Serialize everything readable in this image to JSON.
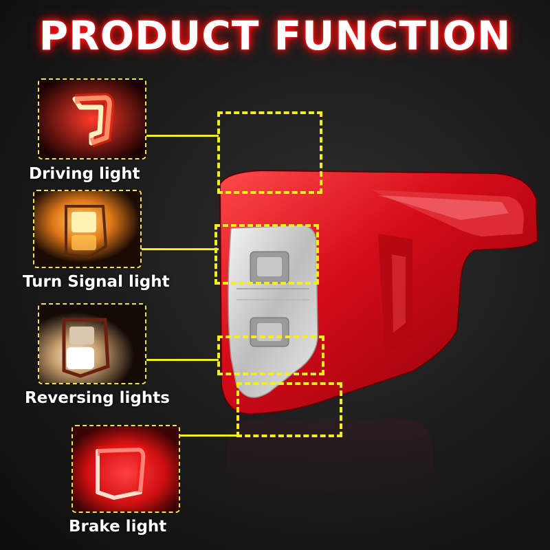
{
  "title": "PRODUCT FUNCTION",
  "functions": [
    {
      "label": "Driving light",
      "icon": "driving-light-photo"
    },
    {
      "label": "Turn Signal light",
      "icon": "turn-signal-light-photo"
    },
    {
      "label": "Reversing lights",
      "icon": "reversing-light-photo"
    },
    {
      "label": "Brake light",
      "icon": "brake-light-photo"
    }
  ],
  "colors": {
    "highlight": "#f5ee1e",
    "glow": "#ff1a1a",
    "lamp_red": "#d0101a"
  }
}
